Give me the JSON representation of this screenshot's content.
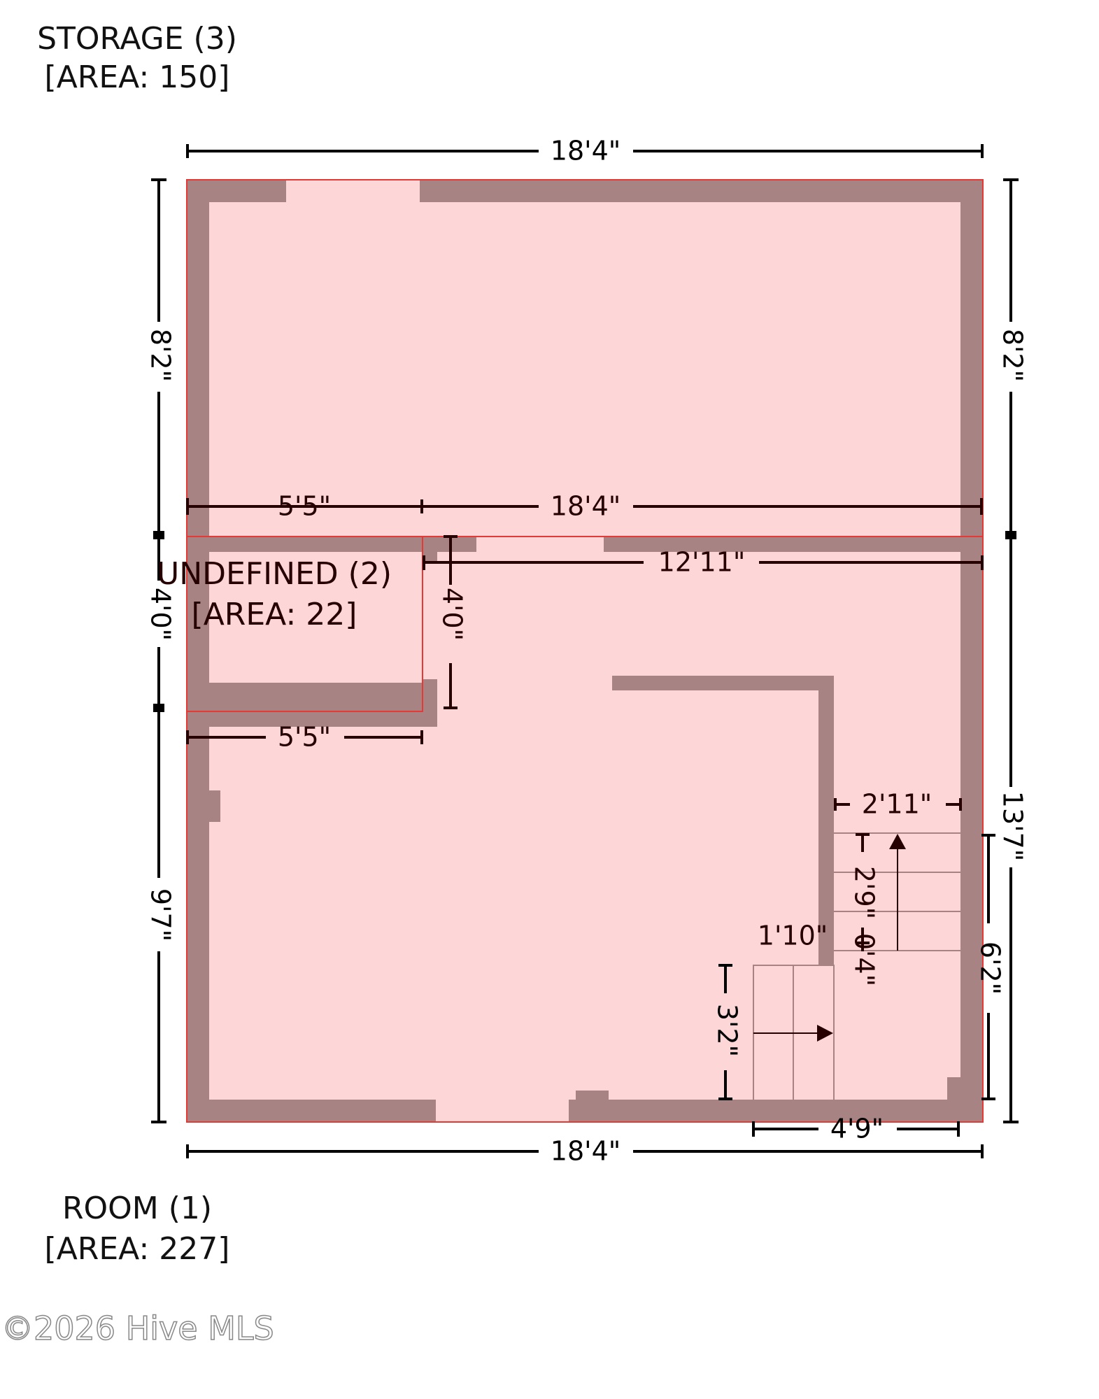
{
  "rooms": {
    "storage": {
      "name": "STORAGE (3)",
      "area": "[AREA: 150]"
    },
    "undefined": {
      "name": "UNDEFINED (2)",
      "area": "[AREA: 22]"
    },
    "room": {
      "name": "ROOM (1)",
      "area": "[AREA: 227]"
    }
  },
  "dimensions": {
    "top_width": "18'4\"",
    "bottom_width": "18'4\"",
    "left_storage_height": "8'2\"",
    "left_undefined_height": "4'0\"",
    "left_room_height": "9'7\"",
    "right_storage_height": "8'2\"",
    "right_room_height": "13'7\"",
    "inner_undefined_width_top": "5'5\"",
    "inner_storage_width": "18'4\"",
    "inner_room_width": "12'11\"",
    "inner_undefined_height": "4'0\"",
    "inner_undefined_width_bottom": "5'5\"",
    "stair_width": "2'11\"",
    "stair_run": "2'9\"",
    "stair_gap": "0'4\"",
    "landing_width": "1'10\"",
    "lower_stair_run": "3'2\"",
    "lower_stair_width": "4'9\"",
    "stair_well_height": "6'2\""
  },
  "watermark": "©2026 Hive MLS",
  "colors": {
    "floor": "#fdd6d8",
    "wall": "#a88383",
    "outline": "#e53935"
  }
}
